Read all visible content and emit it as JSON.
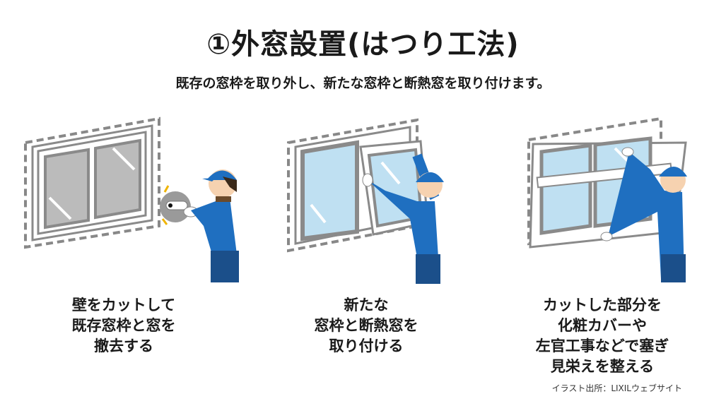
{
  "title": "①外窓設置(はつり工法)",
  "subtitle": "既存の窓枠を取り外し、新たな窓枠と断熱窓を取り付けます。",
  "steps": [
    {
      "illustration": "worker-cutting-wall",
      "lines": [
        "壁をカットして",
        "既存窓枠と窓を",
        "撤去する"
      ]
    },
    {
      "illustration": "worker-installing-window",
      "lines": [
        "新たな",
        "窓枠と断熱窓を",
        "取り付ける"
      ]
    },
    {
      "illustration": "worker-finishing-window",
      "lines": [
        "カットした部分を",
        "化粧カバーや",
        "左官工事などで塞ぎ",
        "見栄えを整える"
      ]
    }
  ],
  "credit": "イラスト出所：LIXILウェブサイト",
  "colors": {
    "uniform": "#1f6fc0",
    "pants": "#1b4f8a",
    "glass_old": "#b8b8b8",
    "glass_new": "#bfe0f2",
    "frame": "#8a8a8a"
  }
}
